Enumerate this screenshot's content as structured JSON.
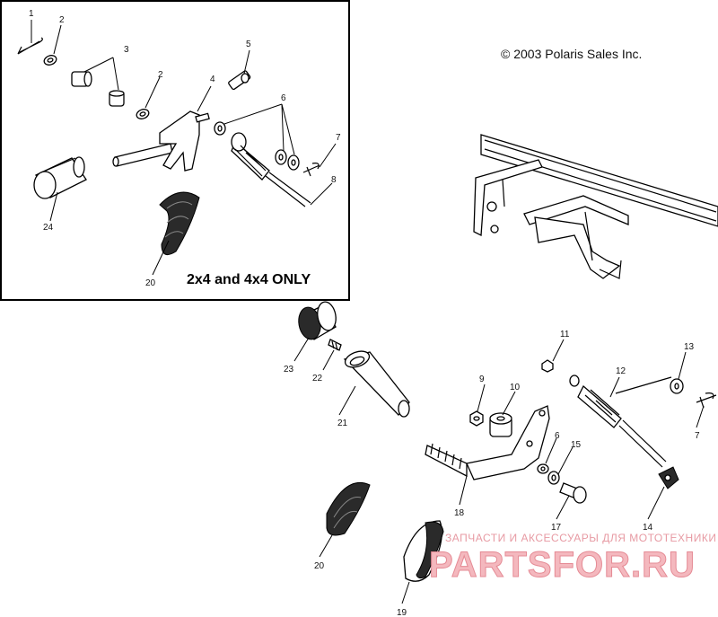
{
  "copyright": "© 2003 Polaris Sales Inc.",
  "inset_caption": "2x4 and 4x4 ONLY",
  "watermark": {
    "subtitle": "ЗАПЧАСТИ И АКСЕССУАРЫ ДЛЯ МОТОТЕХНИКИ",
    "brand": "PARTSFOR.RU"
  },
  "callouts": {
    "c1": "1",
    "c2a": "2",
    "c3": "3",
    "c2b": "2",
    "c4": "4",
    "c5": "5",
    "c6a": "6",
    "c7a": "7",
    "c8": "8",
    "c24": "24",
    "c20a": "20",
    "c11": "11",
    "c13": "13",
    "c23": "23",
    "c22": "22",
    "c12": "12",
    "c9": "9",
    "c10": "10",
    "c6b": "6",
    "c15": "15",
    "c21": "21",
    "c7b": "7",
    "c18": "18",
    "c17": "17",
    "c14": "14",
    "c20b": "20",
    "c19": "19"
  }
}
